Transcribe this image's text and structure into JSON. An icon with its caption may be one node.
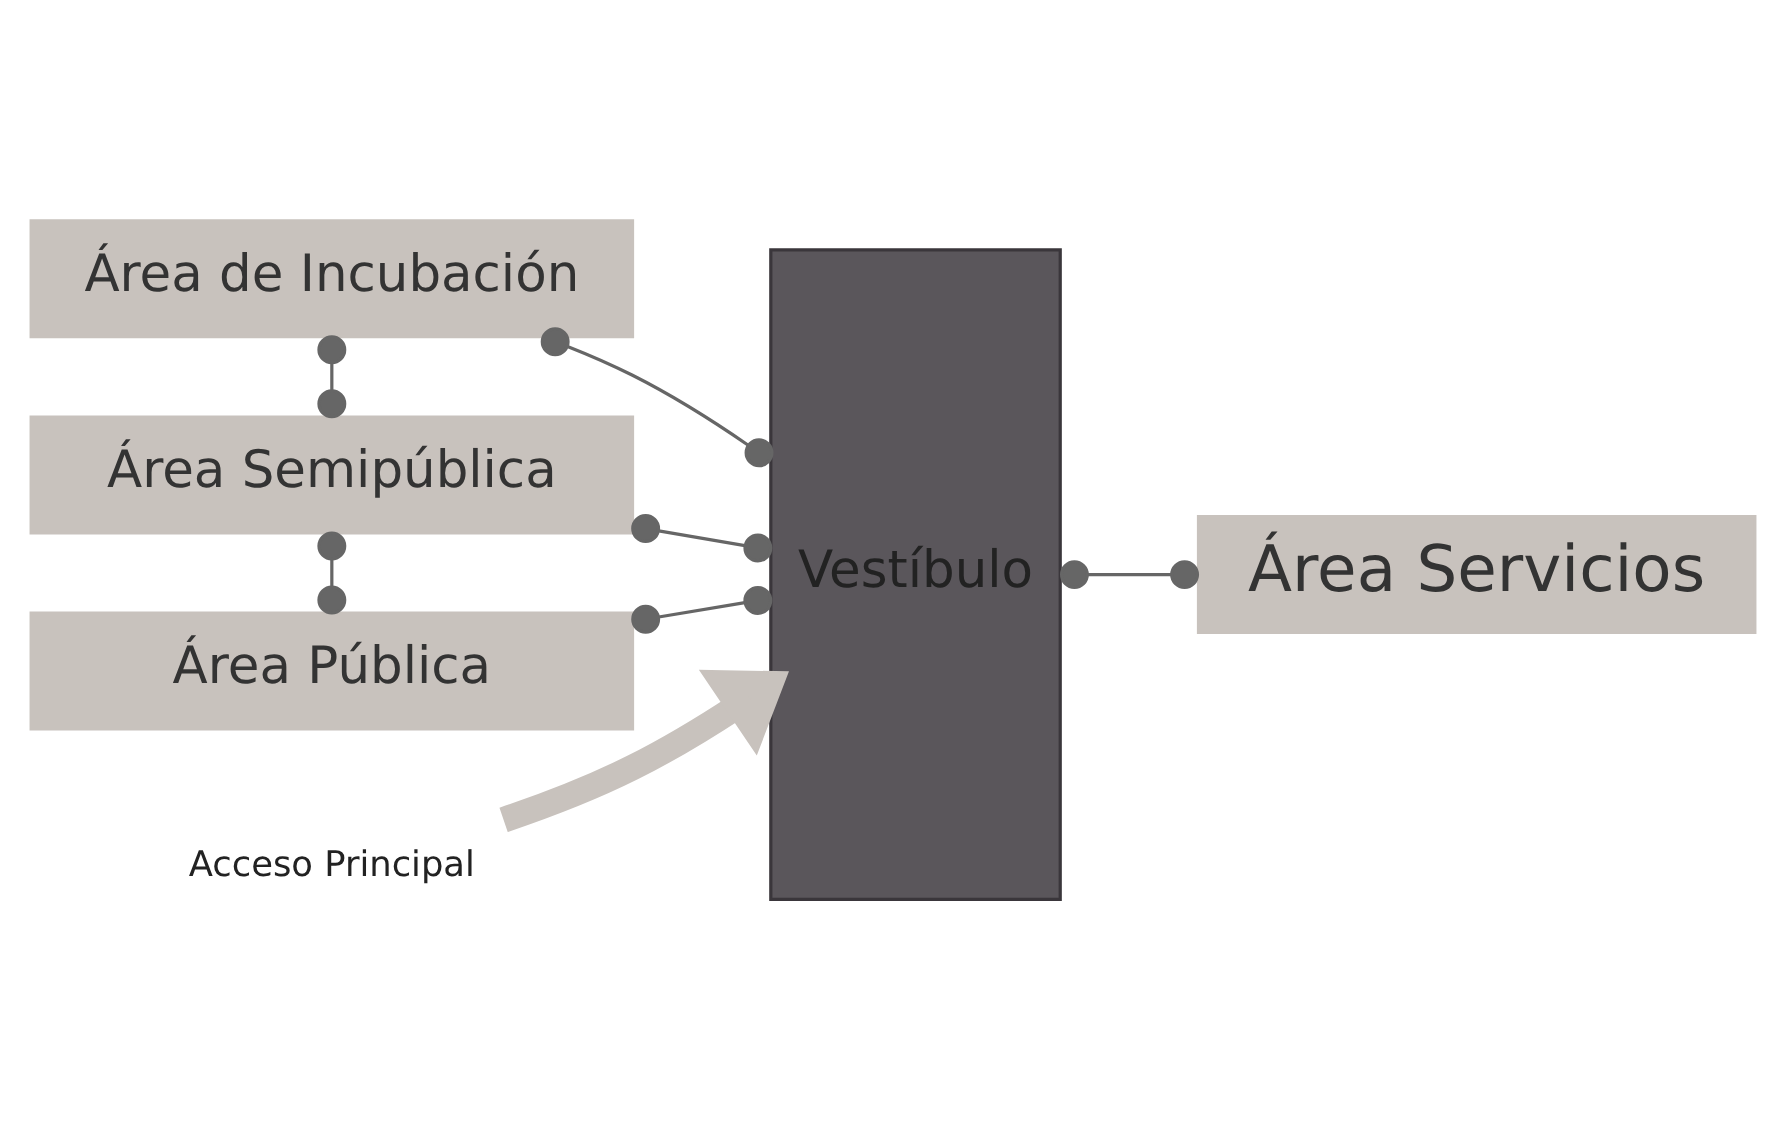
{
  "diagram": {
    "nodes": [
      {
        "text": [
          "Área de Incubación"
        ]
      },
      {
        "text": [
          "Área Semipública"
        ]
      },
      {
        "text": [
          "Área Pública"
        ]
      },
      {
        "text": [
          "Vestíbulo"
        ]
      },
      {
        "text": [
          "Área Servicios"
        ]
      },
      {
        "text": [
          "Acceso Principal"
        ]
      }
    ],
    "edges": [
      {
        "from": 0,
        "to": 1,
        "arrow": "other"
      },
      {
        "from": 1,
        "to": 2,
        "arrow": "other"
      },
      {
        "from": 0,
        "to": 3,
        "arrow": "other"
      },
      {
        "from": 1,
        "to": 3,
        "arrow": "other"
      },
      {
        "from": 2,
        "to": 3,
        "arrow": "other"
      },
      {
        "from": 3,
        "to": 4,
        "arrow": "other"
      },
      {
        "from": 5,
        "to": 3,
        "arrow": "to",
        "style": "thick",
        "color": "#c8c2bd"
      }
    ]
  }
}
